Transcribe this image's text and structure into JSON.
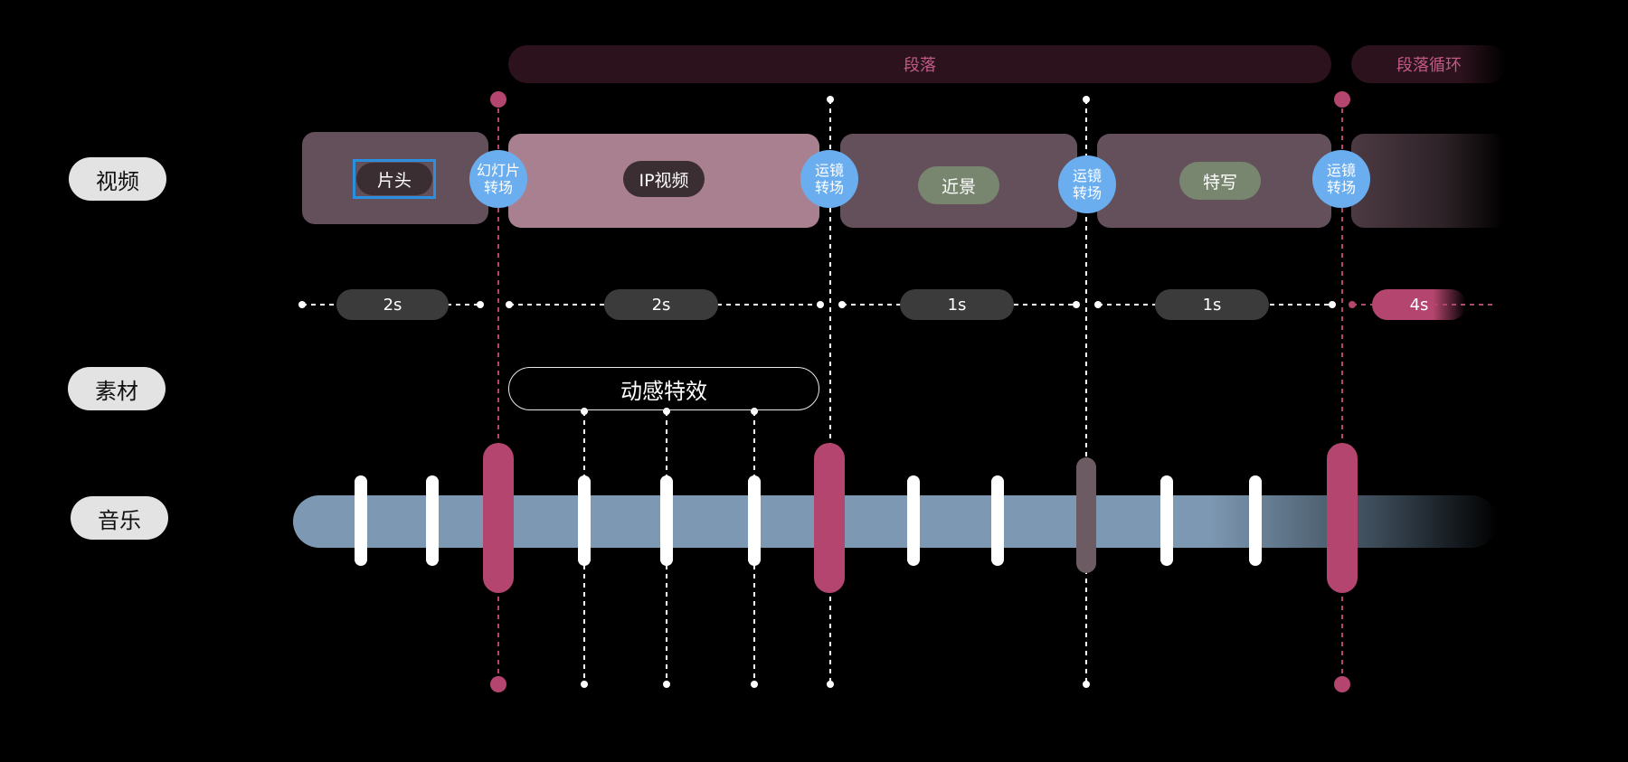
{
  "segments": {
    "main_label": "段落",
    "loop_label": "段落循环",
    "color": "#c25a86"
  },
  "rows": {
    "video": "视频",
    "material": "素材",
    "music": "音乐"
  },
  "clips": {
    "head": "片头",
    "ip_video": "IP视频",
    "medium_shot": "近景",
    "close_up": "特写"
  },
  "transitions": {
    "slide_line1": "幻灯片",
    "slide_line2": "转场",
    "camera_line1": "运镜",
    "camera_line2": "转场"
  },
  "durations": [
    "2s",
    "2s",
    "1s",
    "1s",
    "4s"
  ],
  "effect": {
    "label": "动感特效"
  },
  "colors": {
    "accent_pink": "#b4456e",
    "transition_blue": "#6aaef0",
    "track_blue": "#7d98b2",
    "background": "#000000"
  }
}
